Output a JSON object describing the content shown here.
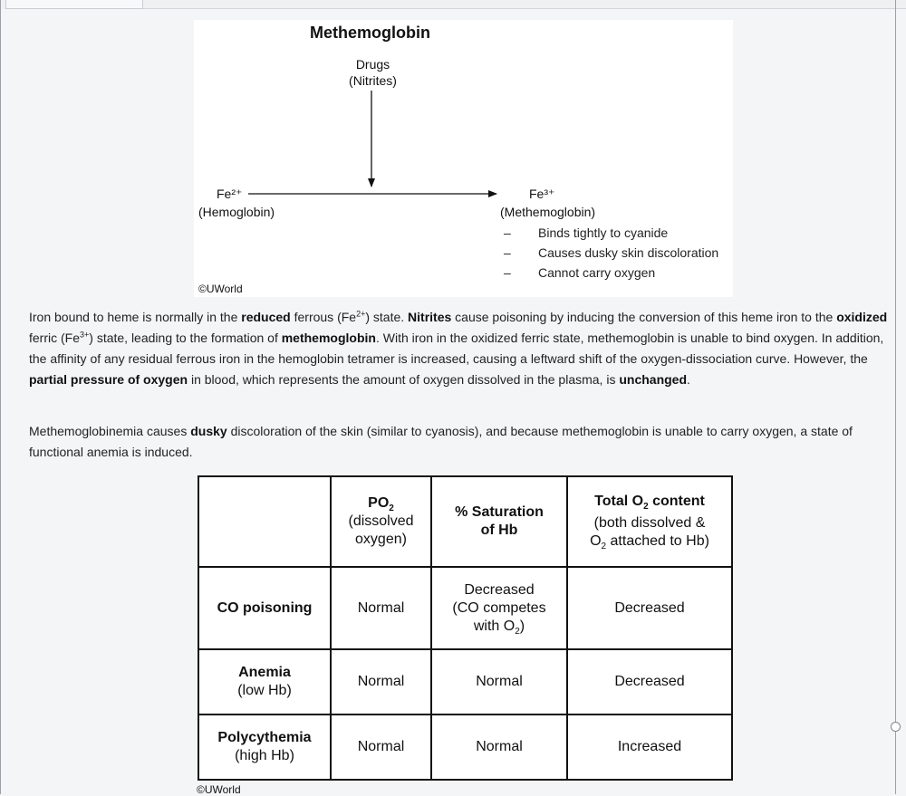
{
  "diagram": {
    "title": "Methemoglobin",
    "drugs_line1": "Drugs",
    "drugs_line2": "(Nitrites)",
    "fe2_label": "Fe²⁺",
    "hemoglobin_label": "(Hemoglobin)",
    "fe3_label": "Fe³⁺",
    "methemoglobin_label": "(Methemoglobin)",
    "bullets": [
      {
        "dash": "–",
        "text": "Binds tightly to cyanide"
      },
      {
        "dash": "–",
        "text": "Causes dusky skin discoloration"
      },
      {
        "dash": "–",
        "text": "Cannot carry oxygen"
      }
    ],
    "copyright": "©UWorld"
  },
  "paragraph1": {
    "s1": "Iron bound to heme is normally in the ",
    "b1": "reduced",
    "s2": " ferrous (Fe",
    "sup1": "2+",
    "s3": ") state.  ",
    "b2": "Nitrites",
    "s4": " cause poisoning by inducing the conversion of this heme iron to the ",
    "b3": "oxidized",
    "s5": " ferric (Fe",
    "sup2": "3+",
    "s6": ") state, leading to the formation of ",
    "b4": "methemoglobin",
    "s7": ".  With iron in the oxidized ferric state, methemoglobin is unable to bind oxygen.  In addition, the affinity of any residual ferrous iron in the hemoglobin tetramer is increased, causing a leftward shift of the oxygen-dissociation curve.  However, the ",
    "b5": "partial pressure of oxygen",
    "s8": " in blood, which represents the amount of oxygen dissolved in the plasma, is ",
    "b6": "unchanged",
    "s9": "."
  },
  "paragraph2": {
    "s1": "Methemoglobinemia causes ",
    "b1": "dusky",
    "s2": " discoloration of the skin (similar to cyanosis), and because methemoglobin is unable to carry oxygen, a state of functional anemia is induced."
  },
  "table": {
    "col1": {
      "bold_main": "PO",
      "bold_sub": "2",
      "line2": "(dissolved",
      "line3": "oxygen)"
    },
    "col2": {
      "bold1": "% Saturation",
      "bold2": "of Hb"
    },
    "col3": {
      "bold_pre": "Total O",
      "bold_sub": "2",
      "bold_post": " content",
      "line2": "(both dissolved &",
      "line3_pre": "O",
      "line3_sub": "2",
      "line3_post": " attached to Hb)"
    },
    "rows": [
      {
        "name_bold": "CO poisoning",
        "name_sub": "",
        "po2": "Normal",
        "sat_line1": "Decreased",
        "sat_line2": "(CO competes",
        "sat_line3_pre": "with O",
        "sat_line3_sub": "2",
        "sat_line3_post": ")",
        "total": "Decreased"
      },
      {
        "name_bold": "Anemia",
        "name_sub": "(low Hb)",
        "po2": "Normal",
        "sat": "Normal",
        "total": "Decreased"
      },
      {
        "name_bold": "Polycythemia",
        "name_sub": "(high Hb)",
        "po2": "Normal",
        "sat": "Normal",
        "total": "Increased"
      }
    ],
    "copyright": "©UWorld"
  }
}
